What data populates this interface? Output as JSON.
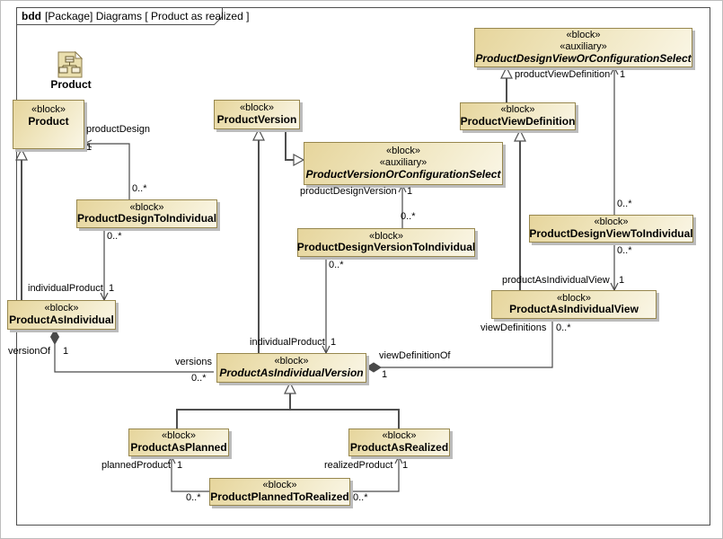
{
  "frame": {
    "kind": "bdd",
    "title": "[Package] Diagrams [ Product as realized ]"
  },
  "shortcut": {
    "label": "Product"
  },
  "stereotypes": {
    "block": "«block»",
    "auxiliary": "«auxiliary»"
  },
  "blocks": {
    "product": {
      "name": "Product"
    },
    "productVersion": {
      "name": "ProductVersion"
    },
    "productVersionOrConfigurationSelect": {
      "name": "ProductVersionOrConfigurationSelect"
    },
    "productDesignViewOrConfigurationSelect": {
      "name": "ProductDesignViewOrConfigurationSelect"
    },
    "productViewDefinition": {
      "name": "ProductViewDefinition"
    },
    "productDesignToIndividual": {
      "name": "ProductDesignToIndividual"
    },
    "productDesignVersionToIndividual": {
      "name": "ProductDesignVersionToIndividual"
    },
    "productDesignViewToIndividual": {
      "name": "ProductDesignViewToIndividual"
    },
    "productAsIndividual": {
      "name": "ProductAsIndividual"
    },
    "productAsIndividualView": {
      "name": "ProductAsIndividualView"
    },
    "productAsIndividualVersion": {
      "name": "ProductAsIndividualVersion"
    },
    "productAsPlanned": {
      "name": "ProductAsPlanned"
    },
    "productAsRealized": {
      "name": "ProductAsRealized"
    },
    "productPlannedToRealized": {
      "name": "ProductPlannedToRealized"
    }
  },
  "labels": {
    "productDesign": "productDesign",
    "individualProduct": "individualProduct",
    "versionOf": "versionOf",
    "versions": "versions",
    "productDesignVersion": "productDesignVersion",
    "productViewDefinition": "productViewDefinition",
    "productAsIndividualView": "productAsIndividualView",
    "viewDefinitions": "viewDefinitions",
    "viewDefinitionOf": "viewDefinitionOf",
    "plannedProduct": "plannedProduct",
    "realizedProduct": "realizedProduct",
    "one": "1",
    "many": "0..*"
  }
}
